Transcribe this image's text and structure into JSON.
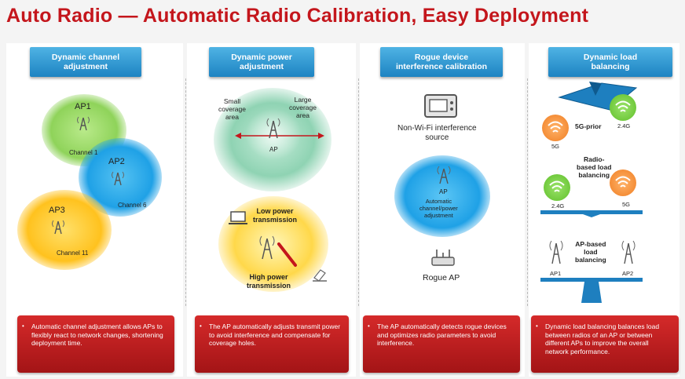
{
  "title": "Auto Radio — Automatic Radio Calibration, Easy Deployment",
  "columns": [
    {
      "header": "Dynamic channel\nadjustment",
      "description": "Automatic channel adjustment allows APs to flexibly react to network changes, shortening deployment time.",
      "aps": [
        {
          "name": "AP1",
          "channel": "Channel 1",
          "color": "#8fd35a"
        },
        {
          "name": "AP2",
          "channel": "Channel 6",
          "color": "#2aa7e8"
        },
        {
          "name": "AP3",
          "channel": "Channel 11",
          "color": "#ffc21e"
        }
      ]
    },
    {
      "header": "Dynamic power\nadjustment",
      "description": "The AP automatically adjusts transmit power to avoid interference and compensate for coverage holes.",
      "small_coverage": "Small\ncoverage\narea",
      "large_coverage": "Large\ncoverage\narea",
      "ap_label": "AP",
      "low_power": "Low power\ntransmission",
      "high_power": "High power\ntransmission"
    },
    {
      "header": "Rogue device\ninterference calibration",
      "description": "The AP automatically detects rogue devices and optimizes radio parameters to avoid interference.",
      "non_wifi": "Non-Wi-Fi interference\nsource",
      "ap_label": "AP",
      "ap_caption": "Automatic\nchannel/power\nadjustment",
      "rogue": "Rogue AP"
    },
    {
      "header": "Dynamic load\nbalancing",
      "description": "Dynamic load balancing balances load between radios of an AP or between different APs to improve the overall network performance.",
      "band_5g": "5G",
      "band_24": "2.4G",
      "five_g_prior": "5G-prior",
      "radio_based": "Radio-\nbased load\nbalancing",
      "ap_based": "AP-based\nload\nbalancing",
      "ap1": "AP1",
      "ap2": "AP2"
    }
  ],
  "colors": {
    "title": "#c4161c",
    "header": "#1d83c2",
    "box": "#b81b1d",
    "wifi_green": "#5fbf2a",
    "wifi_orange": "#f07e22"
  }
}
